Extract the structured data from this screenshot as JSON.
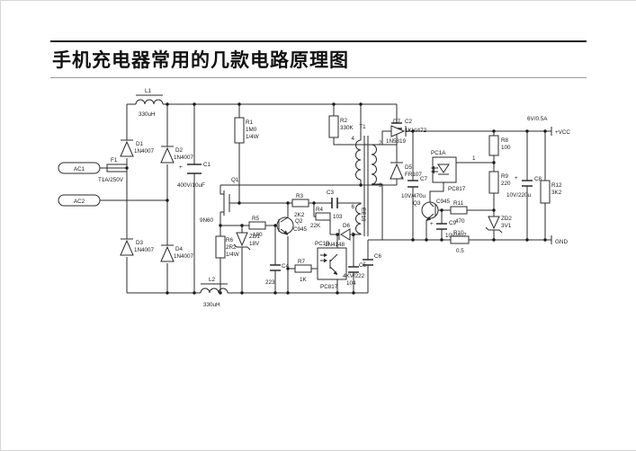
{
  "page": {
    "title": "手机充电器常用的几款电路原理图"
  },
  "schematic": {
    "input": {
      "ac1": "AC1",
      "ac2": "AC2",
      "fuse_ref": "F1",
      "fuse_value": "T1A/250V"
    },
    "bridge": {
      "d1_ref": "D1",
      "d1_value": "1N4007",
      "d2_ref": "D2",
      "d2_value": "1N4007",
      "d3_ref": "D3",
      "d3_value": "1N4007",
      "d4_ref": "D4",
      "d4_value": "1N4007"
    },
    "filter": {
      "l1_ref": "L1",
      "l1_value": "330uH",
      "l2_ref": "L2",
      "l2_value": "330uH",
      "c1_ref": "C1",
      "c1_value": "400V/10uF"
    },
    "startup": {
      "r1_ref": "R1",
      "r1_value": "1M0",
      "r1_watt": "1/4W"
    },
    "snubber": {
      "r2_ref": "R2",
      "r2_value": "330K",
      "c2_ref": "C2",
      "c2_value": "1KV/472",
      "d5_ref": "D5",
      "d5_value": "FR107"
    },
    "switcher": {
      "q1_ref": "Q1",
      "q1_value": "9N60",
      "r3_ref": "R3",
      "r3_value": "2K2",
      "c3_ref": "C3",
      "c3_value": "103",
      "r4_ref": "R4",
      "r4_value": "22K",
      "d6_ref": "D6",
      "d6_value": "1N4148",
      "r5_ref": "R5",
      "r5_value": "180",
      "r6_ref": "R6",
      "r6_value": "2R2",
      "r6_watt": "1/4W",
      "zd1_ref": "ZD1",
      "zd1_value": "18V",
      "q2_ref": "Q2",
      "q2_value": "C945",
      "c4_ref": "C4",
      "c4_value": "223",
      "r7_ref": "R7",
      "r7_value": "1K",
      "c5_ref": "C5",
      "c5_value": "104",
      "pc1b_ref": "PC1B",
      "pc1b_value": "PC817"
    },
    "transformer": {
      "ref": "T1",
      "core": "EE16",
      "pin4": "4",
      "pin6": "6",
      "pin1": "1",
      "pin2": "2",
      "pin3": "3"
    },
    "ycap": {
      "c6_ref": "C6",
      "c6_value": "4KV/222"
    },
    "secondary": {
      "d7_ref": "D7",
      "d7_value": "1N5819",
      "c7_ref": "C7",
      "c7_value": "10V/470u",
      "pc1a_ref": "PC1A",
      "pc1a_value": "PC817",
      "pc1a_pin": "1",
      "r8_ref": "R8",
      "r8_value": "100",
      "r9_ref": "R9",
      "r9_value": "220",
      "q3_ref": "Q3",
      "q3_value": "C945",
      "c9_ref": "C9",
      "c9_value": "10V/4u7",
      "r11_ref": "R11",
      "r11_value": "470",
      "zd2_ref": "ZD2",
      "zd2_value": "3V1",
      "r10_ref": "R10",
      "r10_value": "0.5",
      "c8_ref": "C8",
      "c8_value": "10V/220u",
      "r12_ref": "R12",
      "r12_value": "3K2"
    },
    "output": {
      "rating": "6V/0.5A",
      "vcc": "+VCC",
      "gnd": "GND"
    }
  }
}
